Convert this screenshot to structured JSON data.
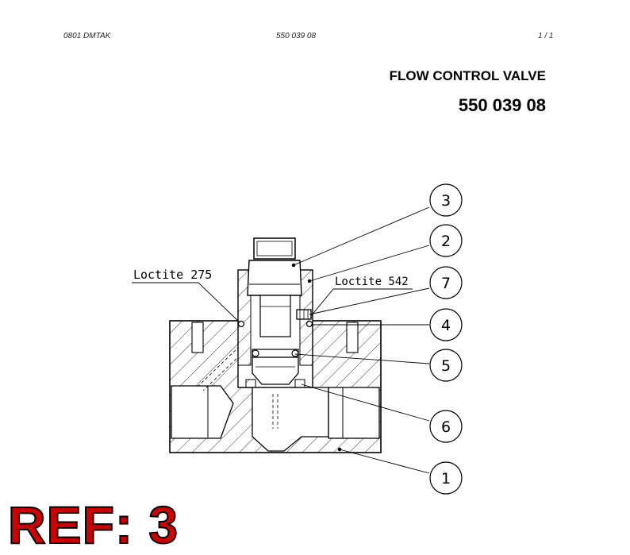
{
  "header": {
    "left": "0801   DMTAK",
    "center": "550 039 08",
    "right": "1 /   1"
  },
  "title": "FLOW CONTROL VALVE",
  "part_number": "550 039 08",
  "annotations": {
    "loctite_a": "Loctite 275",
    "loctite_b": "Loctite 542"
  },
  "callouts": [
    "3",
    "2",
    "7",
    "4",
    "5",
    "6",
    "1"
  ],
  "ref_label": "REF: 3",
  "colors": {
    "ref_fill": "#cc0000",
    "line": "#000000"
  }
}
